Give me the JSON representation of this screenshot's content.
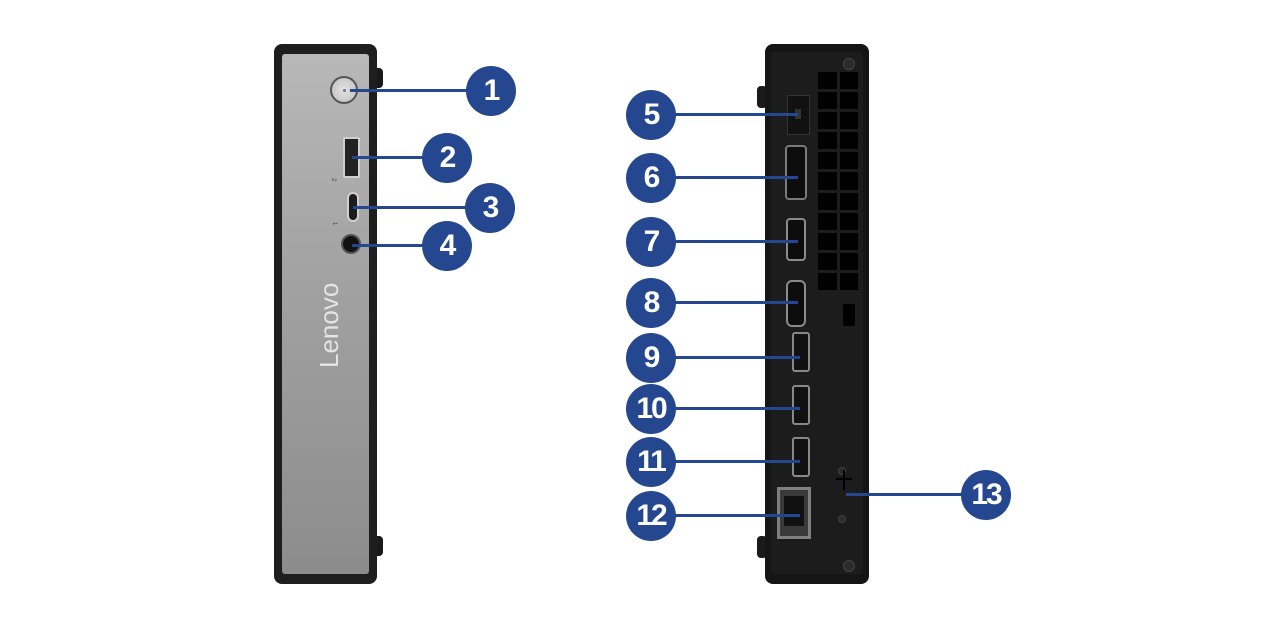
{
  "image": {
    "title": "Lenovo tiny desktop front and rear ports diagram",
    "front": {
      "logo_text": "Lenovo",
      "port_labels": [
        "2",
        "1"
      ]
    },
    "callout_color": "#24478f",
    "callouts": [
      {
        "number": "1",
        "target": "power-button"
      },
      {
        "number": "2",
        "target": "usb-a-port-front"
      },
      {
        "number": "3",
        "target": "usb-c-port-front"
      },
      {
        "number": "4",
        "target": "headphone-jack"
      },
      {
        "number": "5",
        "target": "power-connector"
      },
      {
        "number": "6",
        "target": "displayport-1"
      },
      {
        "number": "7",
        "target": "displayport-2"
      },
      {
        "number": "8",
        "target": "hdmi-port"
      },
      {
        "number": "9",
        "target": "usb-a-port-rear-1"
      },
      {
        "number": "10",
        "target": "usb-a-port-rear-2"
      },
      {
        "number": "11",
        "target": "usb-a-port-rear-3"
      },
      {
        "number": "12",
        "target": "ethernet-port"
      },
      {
        "number": "13",
        "target": "antenna-connector"
      }
    ]
  }
}
